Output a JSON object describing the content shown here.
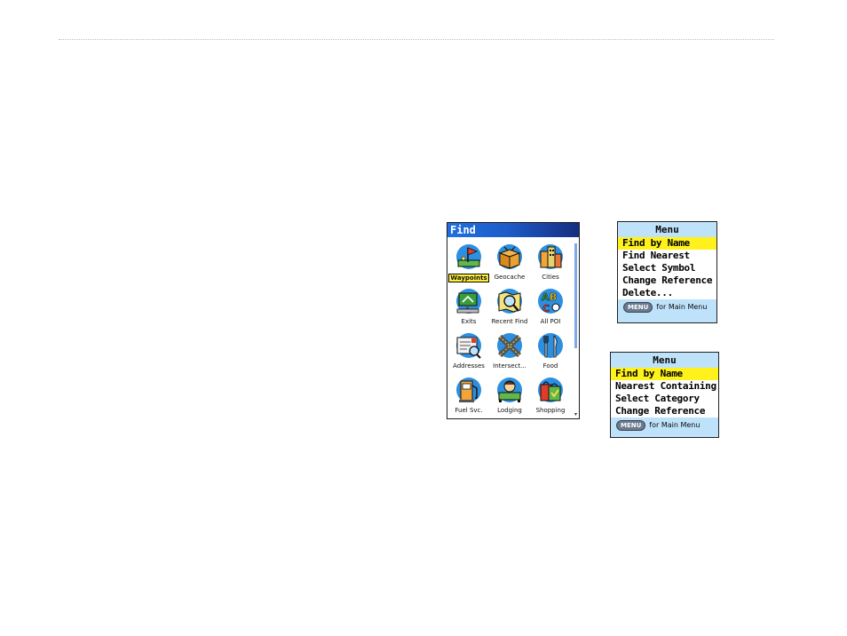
{
  "find_screen": {
    "title": "Find",
    "items": [
      {
        "label": "Waypoints",
        "icon": "waypoints-flag-icon",
        "selected": true
      },
      {
        "label": "Geocache",
        "icon": "geocache-box-icon",
        "selected": false
      },
      {
        "label": "Cities",
        "icon": "cities-buildings-icon",
        "selected": false
      },
      {
        "label": "Exits",
        "icon": "exits-highway-icon",
        "selected": false
      },
      {
        "label": "Recent Find",
        "icon": "recent-find-map-icon",
        "selected": false
      },
      {
        "label": "All POI",
        "icon": "all-poi-icon",
        "selected": false
      },
      {
        "label": "Addresses",
        "icon": "addresses-icon",
        "selected": false
      },
      {
        "label": "Intersect...",
        "icon": "intersection-icon",
        "selected": false
      },
      {
        "label": "Food",
        "icon": "food-fork-knife-icon",
        "selected": false
      },
      {
        "label": "Fuel Svc.",
        "icon": "fuel-pump-icon",
        "selected": false
      },
      {
        "label": "Lodging",
        "icon": "lodging-bed-icon",
        "selected": false
      },
      {
        "label": "Shopping",
        "icon": "shopping-bag-icon",
        "selected": false
      }
    ],
    "scroll_arrow": "▾"
  },
  "menu_one": {
    "title": "Menu",
    "items": [
      "Find by Name",
      "Find Nearest",
      "Select Symbol",
      "Change Reference",
      "Delete..."
    ],
    "selected_index": 0,
    "footer_key": "MENU",
    "footer_text": "for Main Menu"
  },
  "menu_two": {
    "title": "Menu",
    "items": [
      "Find by Name",
      "Nearest Containing...",
      "Select Category",
      "Change Reference"
    ],
    "selected_index": 0,
    "footer_key": "MENU",
    "footer_text": "for Main Menu"
  },
  "colors": {
    "title_bar": "#1f6fe0",
    "menu_background": "#bfe2fb",
    "highlight": "#fff21c",
    "icon_circle": "#2d8fe0"
  }
}
